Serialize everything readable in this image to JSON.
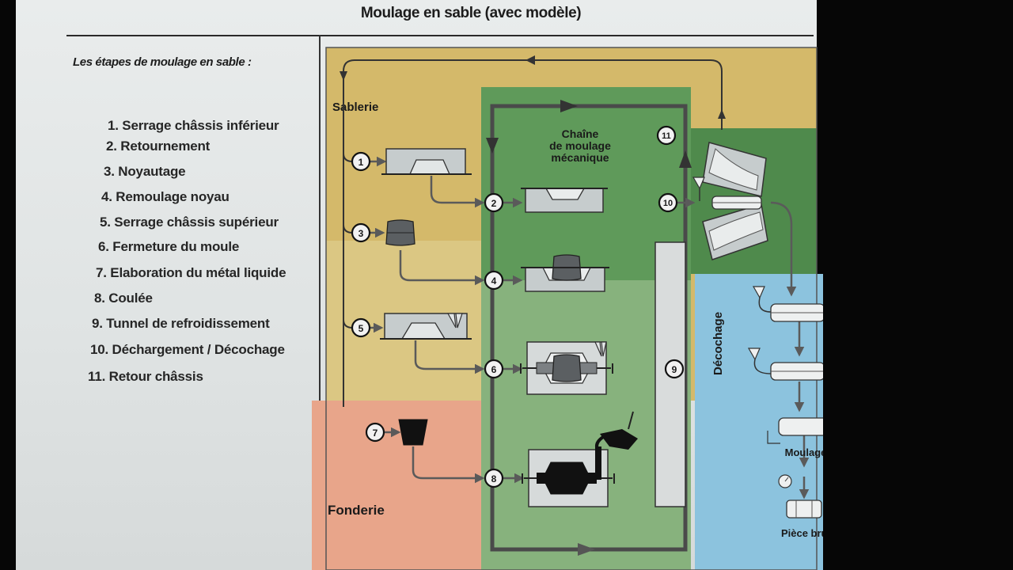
{
  "slide": {
    "title": "Moulage en sable (avec modèle)",
    "list_heading": "Les étapes de moulage en sable :",
    "steps": [
      "1.  Serrage châssis inférieur",
      "2.  Retournement",
      "3.  Noyautage",
      "4.  Remoulage noyau",
      "5.  Serrage châssis supérieur",
      "6.  Fermeture du moule",
      "7.  Elaboration du métal liquide",
      "8.  Coulée",
      "9.  Tunnel de refroidissement",
      "10. Déchargement / Décochage",
      "11. Retour châssis"
    ]
  },
  "diagram": {
    "zones": {
      "sablerie": "Sablerie",
      "chaine_line1": "Chaîne",
      "chaine_line2": "de moulage",
      "chaine_line3": "mécanique",
      "decochage": "Décochage",
      "fonderie": "Fonderie"
    },
    "labels": {
      "moulage": "Moulage",
      "piece_brute": "Pièce brute"
    },
    "step_markers": [
      "1",
      "2",
      "3",
      "4",
      "5",
      "6",
      "7",
      "8",
      "9",
      "10",
      "11"
    ],
    "colors": {
      "sablerie": "#d4b96a",
      "chaine": "#5f9a5a",
      "decochage": "#8cc3de",
      "fonderie": "#e8a58a",
      "flow": "#666666"
    }
  }
}
